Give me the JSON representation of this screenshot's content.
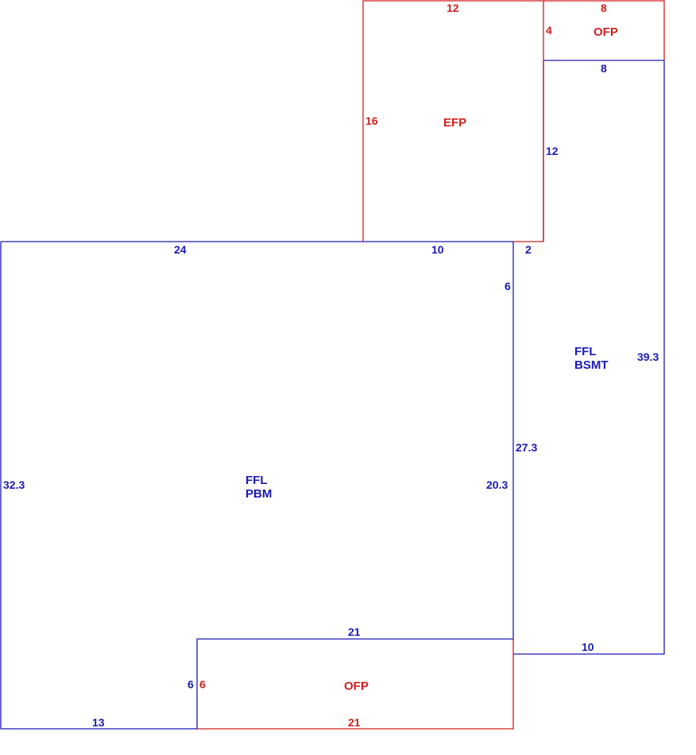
{
  "colors": {
    "living_area": "#1a1ab4",
    "porch_area": "#d21e1e"
  },
  "areas": {
    "main": {
      "line1": "FFL",
      "line2": "PBM"
    },
    "basement": {
      "line1": "FFL",
      "line2": "BSMT"
    },
    "enclosed_porch": {
      "label": "EFP"
    },
    "open_porch_top": {
      "label": "OFP"
    },
    "open_porch_bottom": {
      "label": "OFP"
    }
  },
  "dimensions": {
    "main_top_left": "24",
    "main_top_right": "10",
    "main_left": "32.3",
    "main_right_lower": "20.3",
    "main_right_upper": "6",
    "main_bottom_left": "13",
    "main_notch_side": "6",
    "main_notch_top": "21",
    "bsmt_step": "2",
    "bsmt_inner": "27.3",
    "bsmt_outer": "39.3",
    "bsmt_bottom": "10",
    "bsmt_top": "8",
    "bsmt_upper_left": "12",
    "efp_top": "12",
    "efp_left": "16",
    "ofp_top_top": "8",
    "ofp_top_side": "4",
    "ofp_bottom_side": "6",
    "ofp_bottom_bottom": "21"
  }
}
